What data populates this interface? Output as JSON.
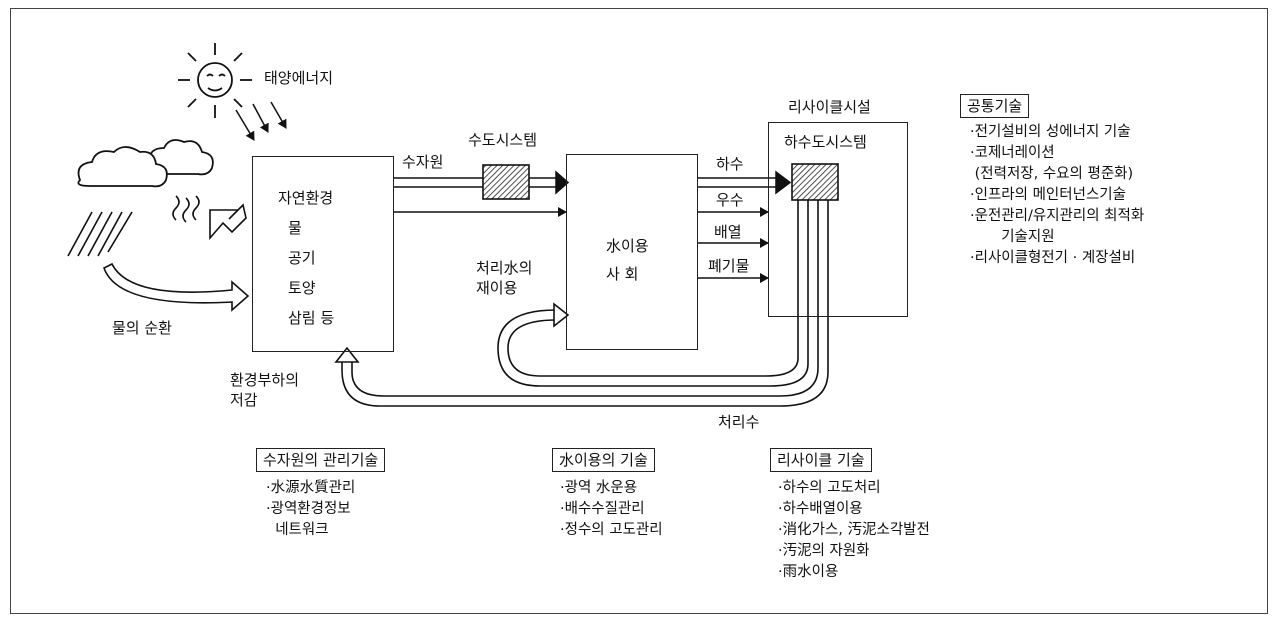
{
  "diagram": {
    "labels": {
      "solar_energy": "태양에너지",
      "water_supply_system": "수도시스템",
      "water_source": "수자원",
      "recycle_facility": "리사이클시설",
      "sewer_system": "하수도시스템",
      "sewage": "하수",
      "rainwater": "우수",
      "waste_heat": "배열",
      "waste": "폐기물",
      "reuse_line1": "처리水의",
      "reuse_line2": "재이용",
      "water_cycle": "물의 순환",
      "env_load_line1": "환경부하의",
      "env_load_line2": "저감",
      "treated_water": "처리수"
    },
    "natural_env": [
      "자연환경",
      "물",
      "공기",
      "토양",
      "삼림 등"
    ],
    "water_society": [
      "水이용",
      "사  회"
    ],
    "common_tech": {
      "title": "공통기술",
      "items": [
        "·전기설비의 성에너지 기술",
        "·코제너레이션",
        " (전력저장, 수요의 평준화)",
        "·인프라의 메인터넌스기술",
        "·운전관리/유지관리의 최적화",
        "  기술지원",
        "·리사이클형전기 · 계장설비"
      ]
    },
    "water_resource_tech": {
      "title": "수자원의 관리기술",
      "items": [
        "·水源水質관리",
        "·광역환경정보",
        "  네트워크"
      ]
    },
    "water_use_tech": {
      "title": "水이용의 기술",
      "items": [
        "·광역 水운용",
        "·배수수질관리",
        "·정수의 고도관리"
      ]
    },
    "recycle_tech": {
      "title": "리사이클 기술",
      "items": [
        "·하수의 고도처리",
        "·하수배열이용",
        "·消化가스, 汚泥소각발전",
        "·汚泥의 자원화",
        "·雨水이용"
      ]
    }
  }
}
